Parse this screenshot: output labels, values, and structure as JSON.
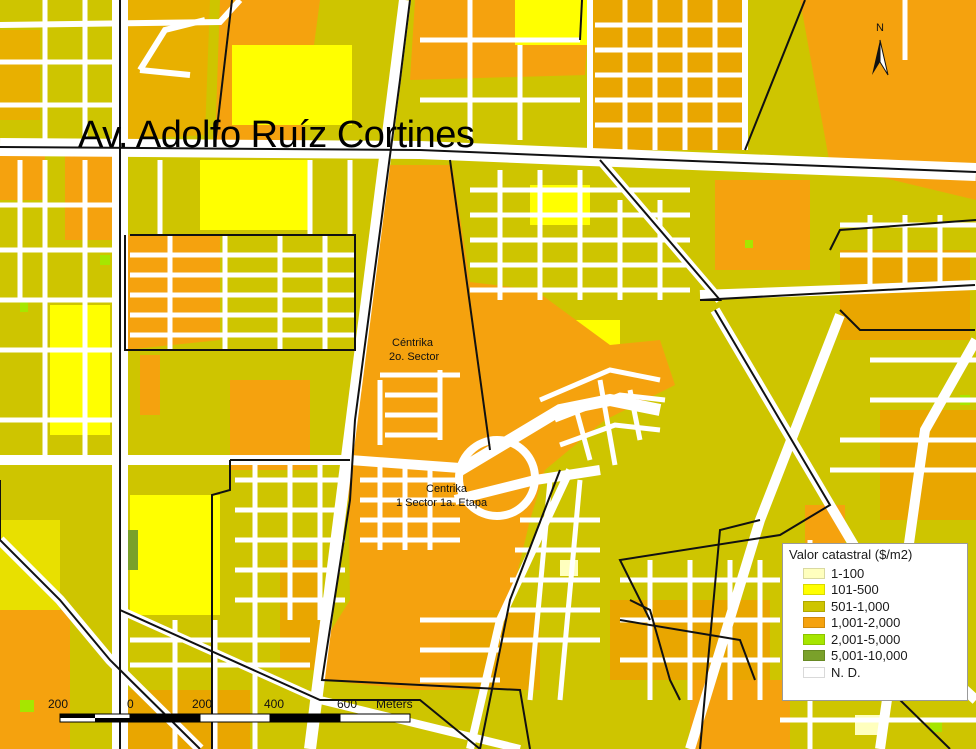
{
  "map": {
    "street_label": "Av. Adolfo Ruíz Cortines",
    "labels": [
      {
        "line1": "Céntrika",
        "line2": "2o. Sector"
      },
      {
        "line1": "Centrika",
        "line2": "1 Sector 1a. Etapa"
      }
    ],
    "north_arrow": {
      "label": "N",
      "icon": "north-arrow-icon"
    },
    "colors": {
      "orange": "#f5a20e",
      "olive": "#cec500",
      "yellow": "#ffff00",
      "street": "#ffffff",
      "boundary": "#111111"
    }
  },
  "scale_bar": {
    "ticks": [
      "200",
      "0",
      "200",
      "400",
      "600"
    ],
    "unit": "Meters"
  },
  "legend": {
    "title": "Valor catastral ($/m2)",
    "items": [
      {
        "label": "1-100",
        "color": "#ffffbe"
      },
      {
        "label": "101-500",
        "color": "#ffff00"
      },
      {
        "label": "501-1,000",
        "color": "#cec500"
      },
      {
        "label": "1,001-2,000",
        "color": "#f5a20e"
      },
      {
        "label": "2,001-5,000",
        "color": "#a6e600"
      },
      {
        "label": "5,001-10,000",
        "color": "#7aa12a"
      },
      {
        "label": "N. D.",
        "color": "#ffffff"
      }
    ]
  }
}
